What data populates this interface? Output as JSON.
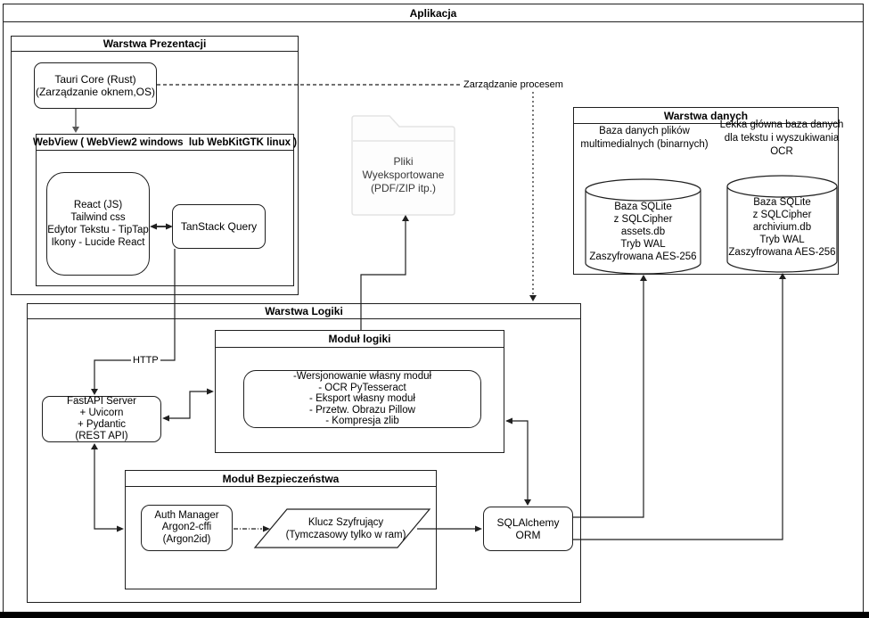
{
  "app": {
    "title": "Aplikacja"
  },
  "presentation_layer": {
    "title": "Warstwa Prezentacji",
    "tauri_core": {
      "lines": [
        "Tauri Core (Rust)",
        "(Zarządzanie oknem,OS)"
      ]
    },
    "webview": {
      "title": "WebView ( WebView2 windows  lub WebKitGTK linux )",
      "frontend_stack": {
        "lines": [
          "React (JS)",
          "Tailwind css",
          "Edytor Tekstu - TipTap",
          "Ikony - Lucide React"
        ]
      },
      "tanstack": {
        "label": "TanStack Query"
      }
    }
  },
  "exported_files": {
    "lines": [
      "Pliki",
      "Wyeksportowane",
      "(PDF/ZIP itp.)"
    ]
  },
  "edges": {
    "process_management": "Zarządzanie procesem",
    "http": "HTTP"
  },
  "data_layer": {
    "title": "Warstwa danych",
    "media_db": {
      "caption": [
        "Baza danych plików",
        "multimedialnych  (binarnych)"
      ],
      "cylinder": [
        "Baza SQLite",
        "z SQLCipher",
        "assets.db",
        "Tryb WAL",
        "Zaszyfrowana AES-256"
      ]
    },
    "text_db": {
      "caption": [
        "Lekka główna baza danych",
        "dla tekstu i wyszukiwania",
        "OCR"
      ],
      "cylinder": [
        "Baza SQLite",
        "z SQLCipher",
        "archivium.db",
        "Tryb WAL",
        "Zaszyfrowana AES-256"
      ]
    }
  },
  "logic_layer": {
    "title": "Warstwa Logiki",
    "logic_module": {
      "title": "Moduł logiki",
      "items": [
        "-Wersjonowanie własny moduł",
        "- OCR PyTesseract",
        "- Eksport własny moduł",
        "- Przetw. Obrazu Pillow",
        "- Kompresja zlib"
      ]
    },
    "fastapi": {
      "lines": [
        "FastAPI Server",
        "+ Uvicorn",
        "+ Pydantic",
        "(REST API)"
      ]
    },
    "security_module": {
      "title": "Moduł Bezpieczeństwa",
      "auth_manager": {
        "lines": [
          "Auth Manager",
          "Argon2-cffi",
          "(Argon2id)"
        ]
      },
      "encryption_key": {
        "lines": [
          "Klucz Szyfrujący",
          "(Tymczasowy tylko w ram)"
        ]
      }
    },
    "orm": {
      "label": "SQLAlchemy ORM"
    }
  },
  "colors": {
    "stroke": "#1f1f1f",
    "folder_stroke": "#e3e3e3",
    "gray_arrow": "#595959"
  }
}
